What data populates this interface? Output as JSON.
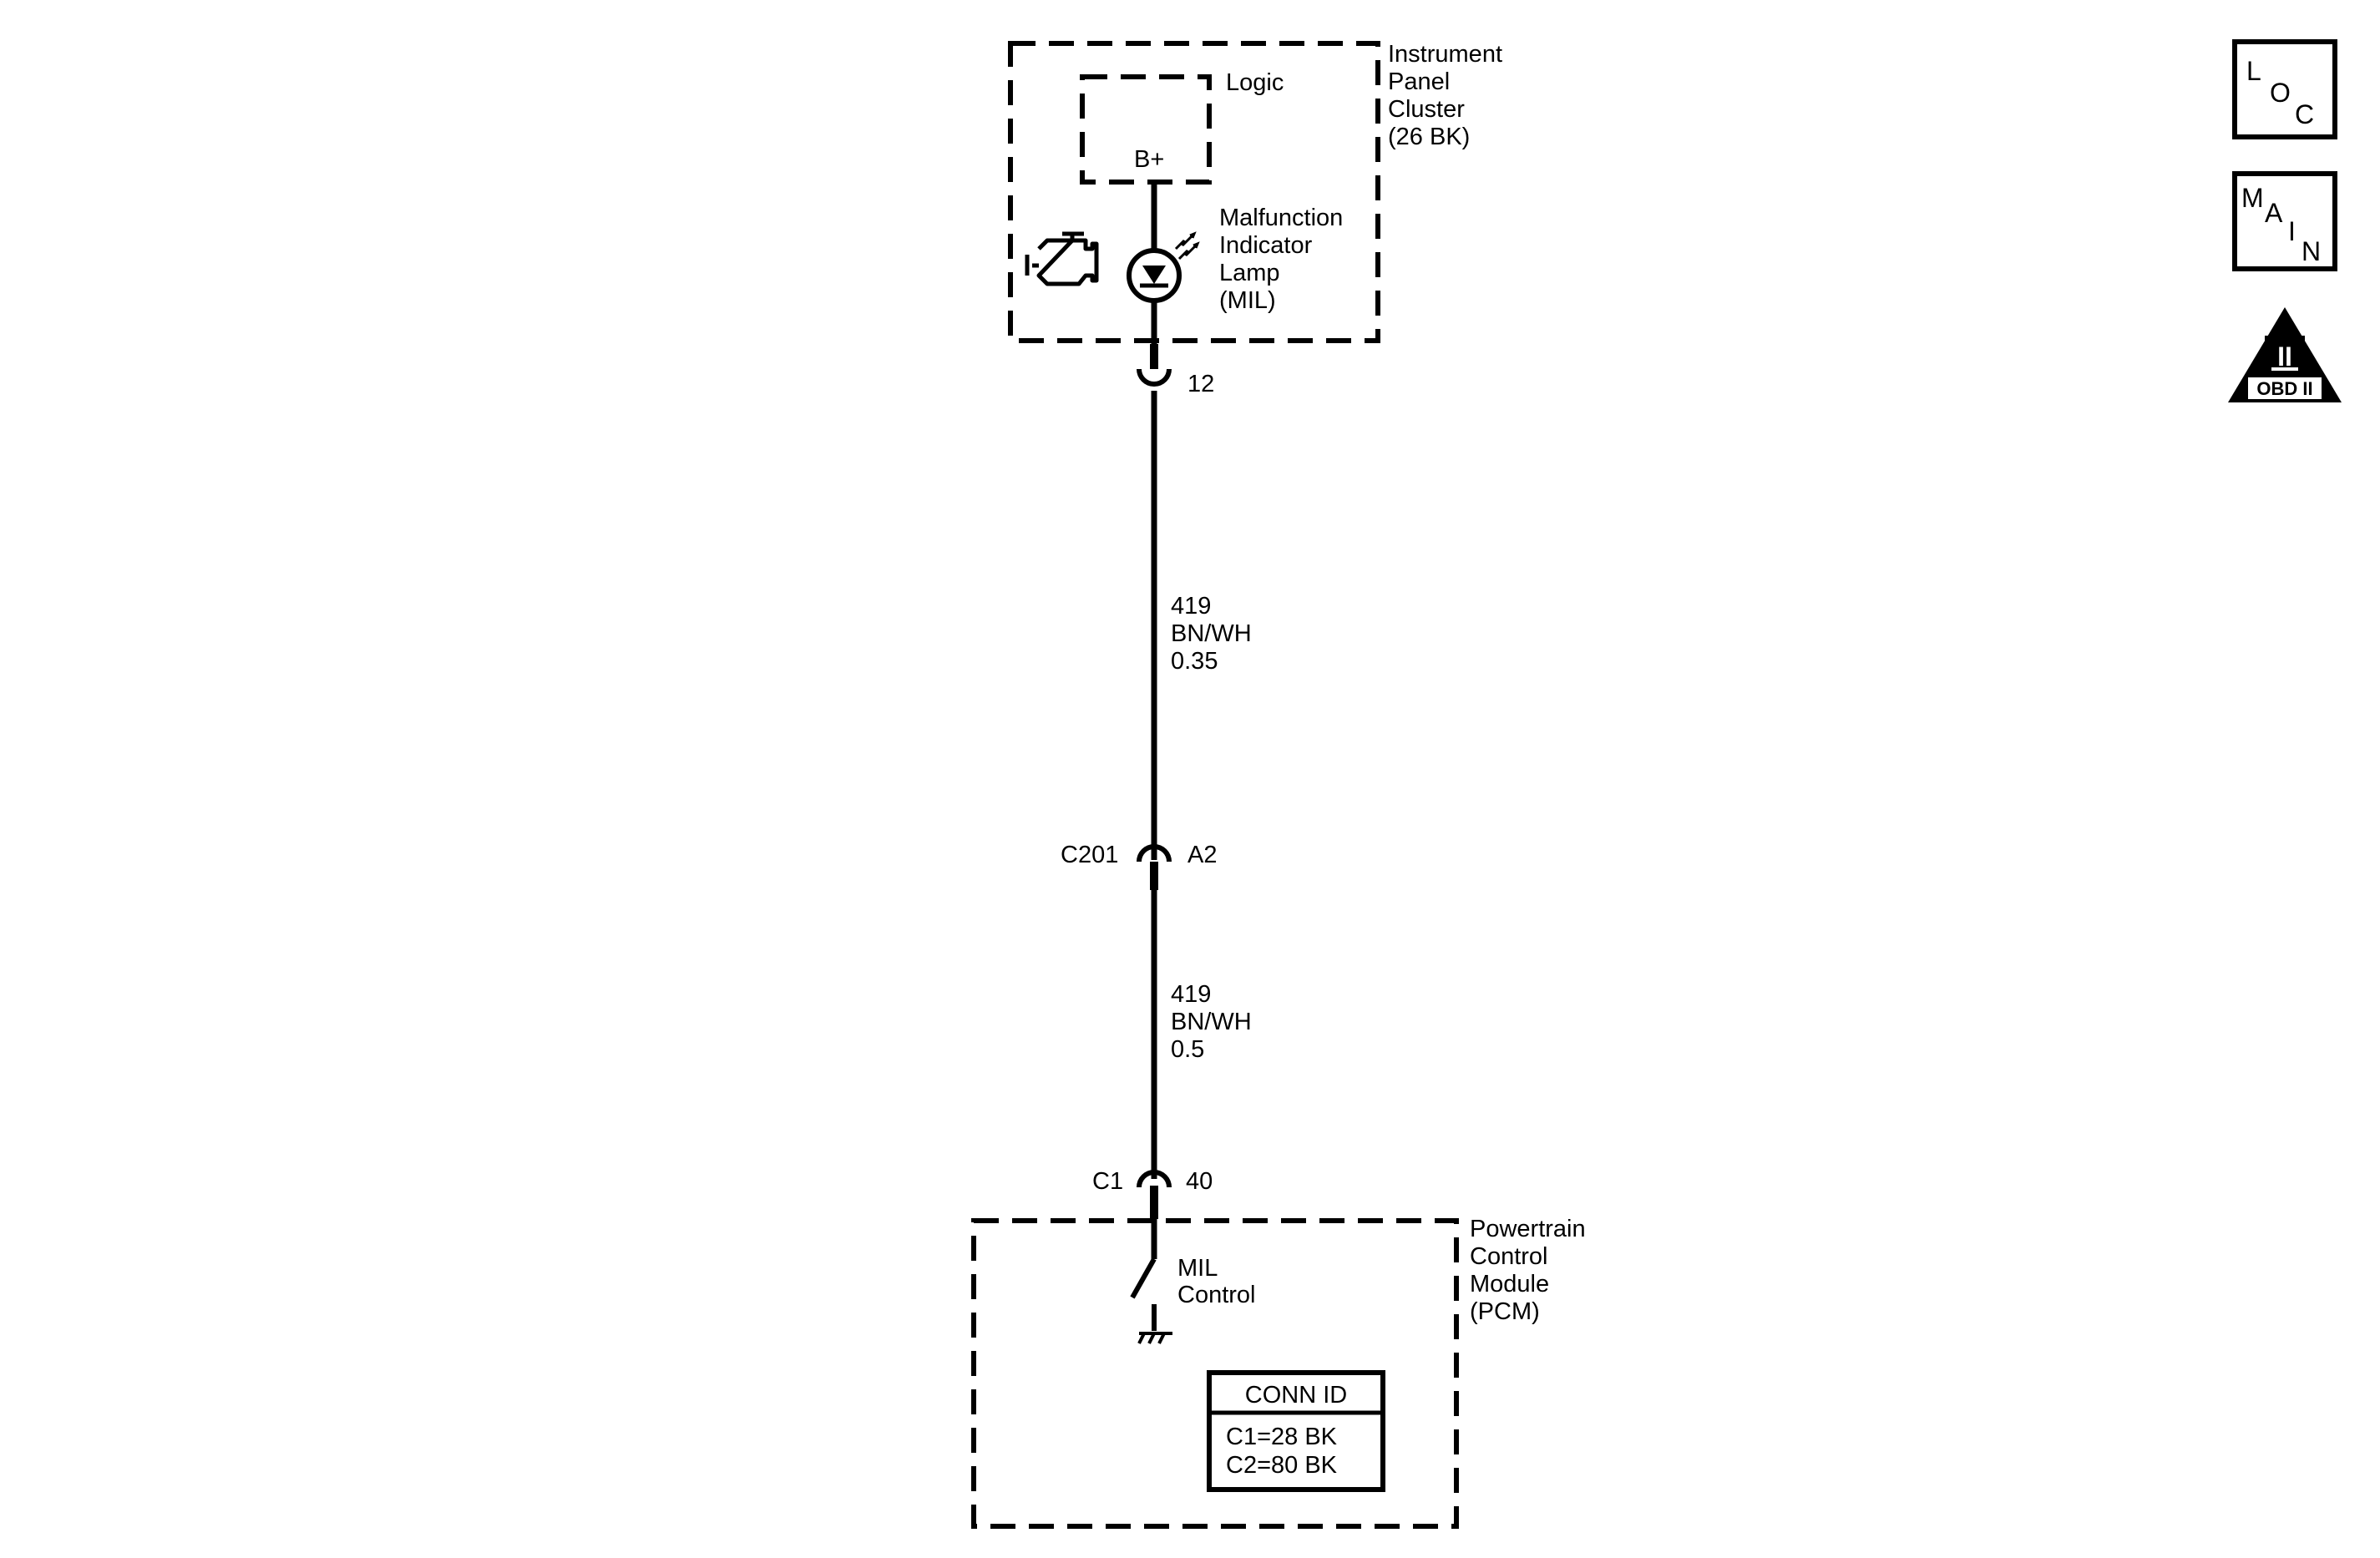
{
  "cluster": {
    "name_lines": [
      "Instrument",
      "Panel",
      "Cluster",
      "(26 BK)"
    ],
    "logic_label": "Logic",
    "bplus_label": "B+",
    "lamp_lines": [
      "Malfunction",
      "Indicator",
      "Lamp",
      "(MIL)"
    ],
    "pin": "12"
  },
  "wire_upper": {
    "circuit": "419",
    "color": "BN/WH",
    "size": "0.35"
  },
  "connector_c201": {
    "name": "C201",
    "pin": "A2"
  },
  "wire_lower": {
    "circuit": "419",
    "color": "BN/WH",
    "size": "0.5"
  },
  "connector_c1": {
    "name": "C1",
    "pin": "40"
  },
  "pcm": {
    "name_lines": [
      "Powertrain",
      "Control",
      "Module",
      "(PCM)"
    ],
    "switch_lines": [
      "MIL",
      "Control"
    ],
    "conn_id": {
      "title": "CONN ID",
      "rows": [
        "C1=28 BK",
        "C2=80 BK"
      ]
    }
  },
  "icons": {
    "loc": {
      "letters": [
        "L",
        "O",
        "C"
      ]
    },
    "main": {
      "letters": [
        "M",
        "A",
        "I",
        "N"
      ]
    },
    "obd": {
      "numeral": "II",
      "label": "OBD II"
    }
  }
}
